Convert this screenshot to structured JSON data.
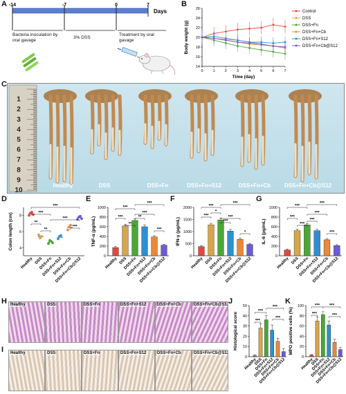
{
  "panels": {
    "A": "A",
    "B": "B",
    "C": "C",
    "D": "D",
    "E": "E",
    "F": "F",
    "G": "G",
    "H": "H",
    "I": "I",
    "J": "J",
    "K": "K"
  },
  "timeline": {
    "ticks": [
      "-14",
      "-7",
      "0",
      "7"
    ],
    "unit": "Days",
    "steps": [
      "Bacteria inoculation by oral gavage",
      "3% DSS",
      "Treatment by oral gavage"
    ]
  },
  "groups": [
    "Control",
    "DSS",
    "DSS+Fn",
    "DSS+Fn+Cb",
    "DSS+Fn+S12",
    "DSS+Fn+Cb@S12"
  ],
  "group_colors": [
    "#e8453c",
    "#d7a64a",
    "#4aa835",
    "#e98a3b",
    "#2f8fd0",
    "#6b5bd6"
  ],
  "photo_labels": [
    "Healthy",
    "DSS",
    "DSS+Fn",
    "DSS+Fn+S12",
    "DSS+Fn+Cb",
    "DSS+Fn+Cb@S12"
  ],
  "ruler_numbers": [
    "1",
    "2",
    "3",
    "4",
    "5",
    "6",
    "7",
    "8",
    "9",
    "10"
  ],
  "bar_groups": [
    "Healthy",
    "DSS",
    "DSS+Fn",
    "DSS+Fn+S12",
    "DSS+Fn+Cb",
    "DSS+Fn+Cb@S12"
  ],
  "bar_colors": [
    "#e8453c",
    "#d7a64a",
    "#4aa835",
    "#2f8fd0",
    "#e98a3b",
    "#6b5bd6"
  ],
  "stars": {
    "three": "***",
    "two": "**",
    "one": "*"
  },
  "histology_labels": [
    "Healthy",
    "DSS",
    "DSS+Fn",
    "DSS+Fn+S12",
    "DSS+Fn+Cb",
    "DSS+Fn+Cb@S12"
  ],
  "chart_data": [
    {
      "panel": "B",
      "type": "line",
      "xlabel": "Time (day)",
      "ylabel": "Body weight (g)",
      "x": [
        0,
        1,
        2,
        3,
        4,
        5,
        6,
        7
      ],
      "xlim": [
        0,
        7
      ],
      "ylim": [
        14,
        26
      ],
      "yticks": [
        14,
        16,
        18,
        20,
        22,
        24,
        26
      ],
      "series": [
        {
          "name": "Control",
          "values": [
            20.0,
            20.8,
            21.2,
            21.6,
            21.8,
            22.0,
            22.6,
            22.2
          ]
        },
        {
          "name": "DSS",
          "values": [
            20.0,
            19.8,
            19.6,
            19.4,
            19.0,
            18.6,
            18.2,
            17.8
          ]
        },
        {
          "name": "DSS+Fn",
          "values": [
            20.0,
            19.4,
            18.8,
            18.2,
            17.8,
            17.4,
            17.0,
            16.6
          ]
        },
        {
          "name": "DSS+Fn+Cb",
          "values": [
            20.0,
            19.8,
            19.4,
            19.0,
            18.6,
            18.4,
            18.2,
            17.8
          ]
        },
        {
          "name": "DSS+Fn+S12",
          "values": [
            20.0,
            20.2,
            19.8,
            19.4,
            19.0,
            19.0,
            18.8,
            19.0
          ]
        },
        {
          "name": "DSS+Fn+Cb@S12",
          "values": [
            20.0,
            19.8,
            19.4,
            19.0,
            18.8,
            18.6,
            18.2,
            18.0
          ]
        }
      ]
    },
    {
      "panel": "D",
      "type": "scatter",
      "ylabel": "Colon length (cm)",
      "ylim": [
        3,
        9
      ],
      "yticks": [
        4,
        6,
        8
      ],
      "values": [
        8.2,
        5.4,
        4.7,
        5.3,
        6.5,
        7.7
      ],
      "points": [
        [
          8.0,
          8.3,
          8.4,
          8.1
        ],
        [
          5.6,
          5.2,
          5.4
        ],
        [
          4.5,
          4.9,
          4.8,
          4.6
        ],
        [
          5.1,
          5.4,
          5.5
        ],
        [
          6.2,
          6.6,
          6.8
        ],
        [
          7.5,
          7.8,
          7.9,
          7.6
        ]
      ]
    },
    {
      "panel": "E",
      "type": "bar",
      "ylabel": "TNF-α (pg/mL)",
      "ylim": [
        0,
        1000
      ],
      "yticks": [
        0,
        200,
        400,
        600,
        800,
        1000
      ],
      "values": [
        170,
        620,
        730,
        600,
        390,
        220
      ],
      "errors": [
        20,
        30,
        40,
        40,
        25,
        20
      ]
    },
    {
      "panel": "F",
      "type": "bar",
      "ylabel": "IFN-γ (pg/mL)",
      "ylim": [
        0,
        2000
      ],
      "yticks": [
        0,
        500,
        1000,
        1500,
        2000
      ],
      "values": [
        380,
        1280,
        1480,
        1020,
        680,
        470
      ],
      "errors": [
        40,
        60,
        80,
        70,
        50,
        40
      ]
    },
    {
      "panel": "G",
      "type": "bar",
      "ylabel": "IL-6 (pg/mL)",
      "ylim": [
        0,
        1000
      ],
      "yticks": [
        0,
        200,
        400,
        600,
        800,
        1000
      ],
      "values": [
        120,
        520,
        640,
        520,
        330,
        210
      ],
      "errors": [
        20,
        30,
        25,
        30,
        20,
        20
      ]
    },
    {
      "panel": "J",
      "type": "bar",
      "ylabel": "Histological score",
      "ylim": [
        0,
        50
      ],
      "yticks": [
        0,
        10,
        20,
        30,
        40,
        50
      ],
      "values": [
        1,
        28,
        36,
        26,
        15,
        5
      ],
      "errors": [
        1,
        4,
        4,
        5,
        3,
        3
      ]
    },
    {
      "panel": "K",
      "type": "bar",
      "ylabel": "MPO positive cells (%)",
      "ylim": [
        0,
        100
      ],
      "yticks": [
        0,
        20,
        40,
        60,
        80,
        100
      ],
      "values": [
        3,
        70,
        82,
        62,
        28,
        14
      ],
      "errors": [
        1,
        8,
        6,
        8,
        6,
        4
      ]
    }
  ]
}
